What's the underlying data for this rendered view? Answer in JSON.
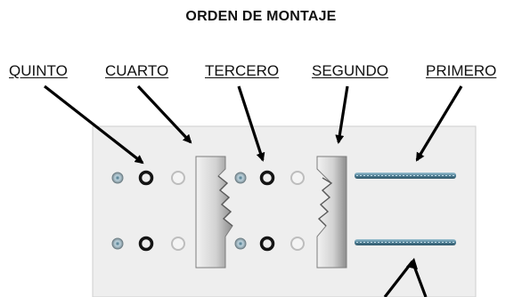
{
  "title": "ORDEN DE MONTAJE",
  "labels": {
    "quinto": "QUINTO",
    "cuarto": "CUARTO",
    "tercero": "TERCERO",
    "segundo": "SEGUNDO",
    "primero": "PRIMERO"
  },
  "colors": {
    "board": "#eeeeee",
    "board_edge": "#c9c9c9",
    "arrow": "#000000",
    "jaw_light": "#e3e3e3",
    "jaw_dark": "#8a8a8a",
    "rod": "#5f8da3",
    "washer_black": "#141414",
    "washer_white": "#f4f4f4"
  }
}
